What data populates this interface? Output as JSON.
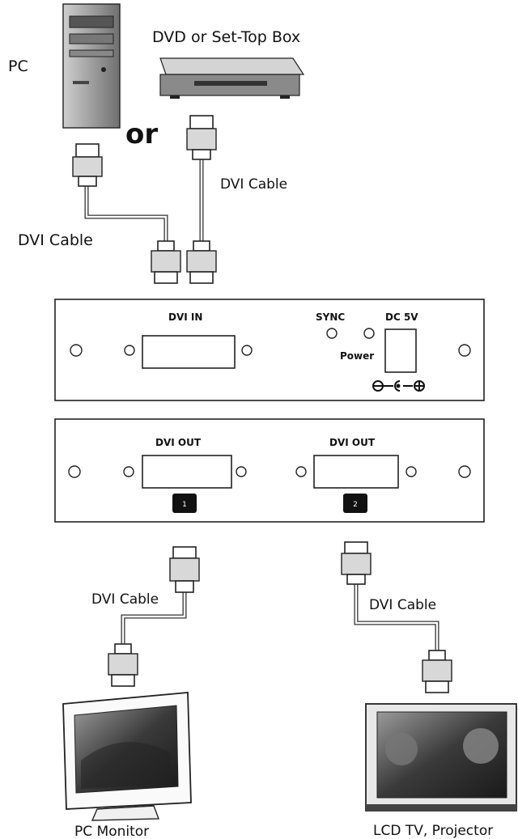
{
  "sources": {
    "pc_label": "PC",
    "dvd_label": "DVD or Set-Top Box",
    "or_label": "or"
  },
  "cables": {
    "left_input": "DVI Cable",
    "right_input": "DVI Cable",
    "out_1": "DVI Cable",
    "out_2": "DVI Cable"
  },
  "input_panel": {
    "dvi_in": "DVI IN",
    "sync": "SYNC",
    "power": "Power",
    "dc": "DC 5V"
  },
  "output_panel": {
    "out_1_label": "DVI OUT",
    "out_2_label": "DVI OUT",
    "badge_1": "1",
    "badge_2": "2"
  },
  "displays": {
    "monitor_label": "PC Monitor",
    "tv_label": "LCD TV, Projector"
  }
}
